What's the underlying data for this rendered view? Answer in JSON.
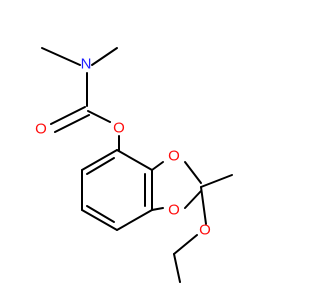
{
  "molecule": {
    "atoms": {
      "n1": "N",
      "o1": "O",
      "o2": "O",
      "o3": "O",
      "o4": "O",
      "o5": "O"
    }
  },
  "colors": {
    "bond": "#000000",
    "nitrogen": "#1f1fff",
    "oxygen": "#ff0d0d",
    "background": "#ffffff"
  }
}
